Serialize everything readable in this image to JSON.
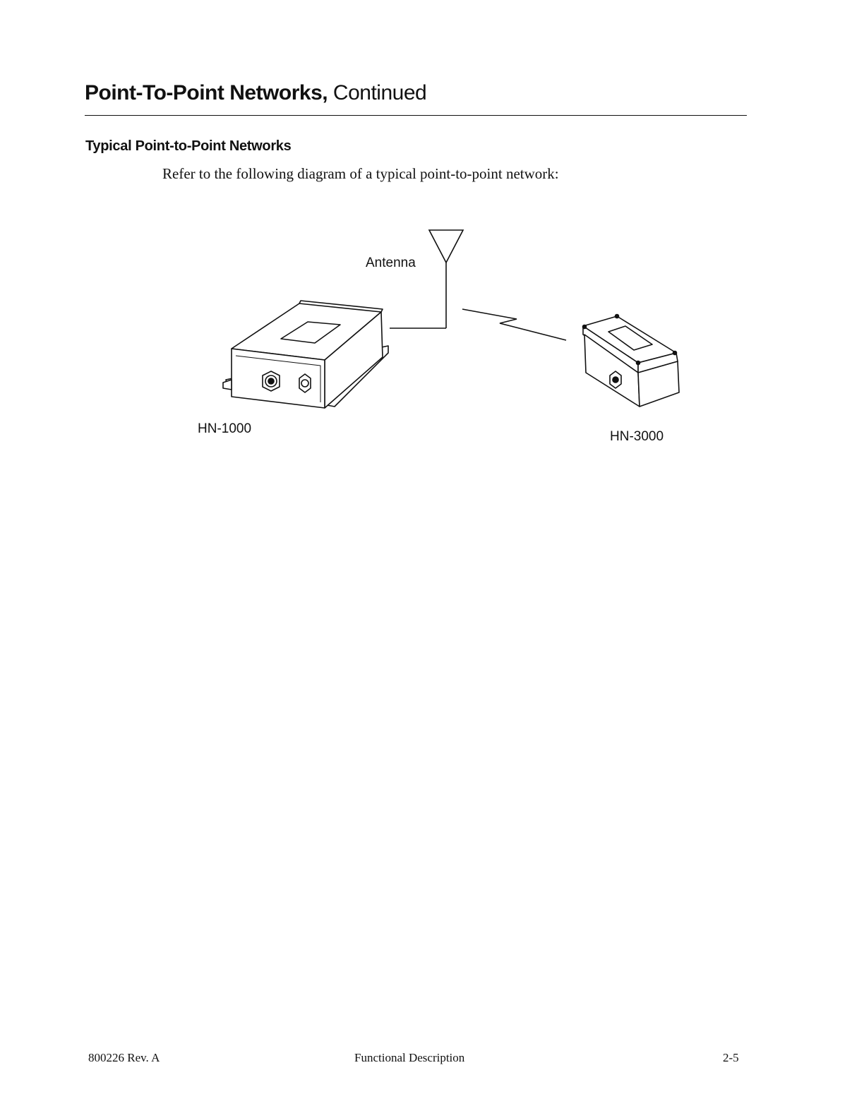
{
  "header": {
    "title_bold": "Point-To-Point Networks,",
    "title_rest": " Continued"
  },
  "section": {
    "heading": "Typical Point-to-Point Networks",
    "intro": "Refer to the following diagram of a typical point-to-point network:"
  },
  "diagram": {
    "antenna_label": "Antenna",
    "device_left_label": "HN-1000",
    "device_right_label": "HN-3000"
  },
  "footer": {
    "doc_number": "800226 Rev. A",
    "chapter": "Functional Description",
    "page_number": "2-5"
  }
}
